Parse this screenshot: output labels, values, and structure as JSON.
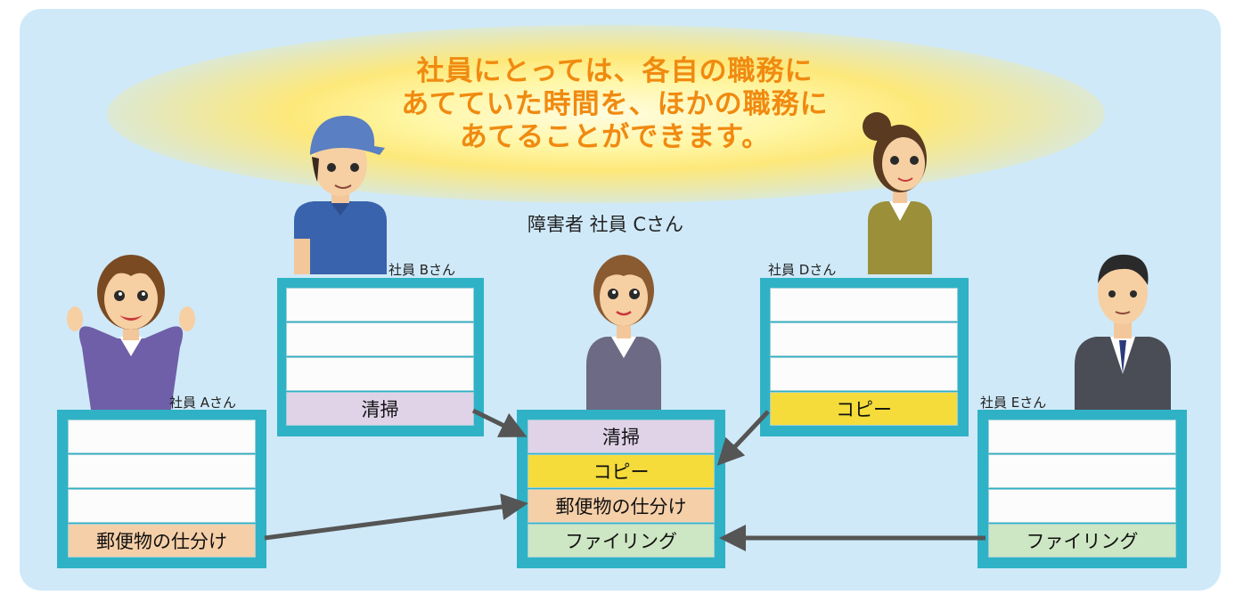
{
  "headline": {
    "line1": "社員にとっては、各自の職務に",
    "line2": "あてていた時間を、ほかの職務に",
    "line3": "あてることができます。"
  },
  "employees": {
    "a": {
      "label": "社員 Aさん",
      "task": "郵便物の仕分け"
    },
    "b": {
      "label": "社員 Bさん",
      "task": "清掃"
    },
    "c": {
      "label": "障害者 社員 Cさん",
      "tasks": [
        "清掃",
        "コピー",
        "郵便物の仕分け",
        "ファイリング"
      ]
    },
    "d": {
      "label": "社員 Dさん",
      "task": "コピー"
    },
    "e": {
      "label": "社員 Eさん",
      "task": "ファイリング"
    }
  },
  "colors": {
    "background": "#cfe9f8",
    "headline": "#f08a10",
    "box_frame": "#2fb2c6",
    "clean": "#e0d3e8",
    "copy": "#f5dc3a",
    "mail": "#f5cfa8",
    "filing": "#cde6c3",
    "arrow": "#555555"
  }
}
